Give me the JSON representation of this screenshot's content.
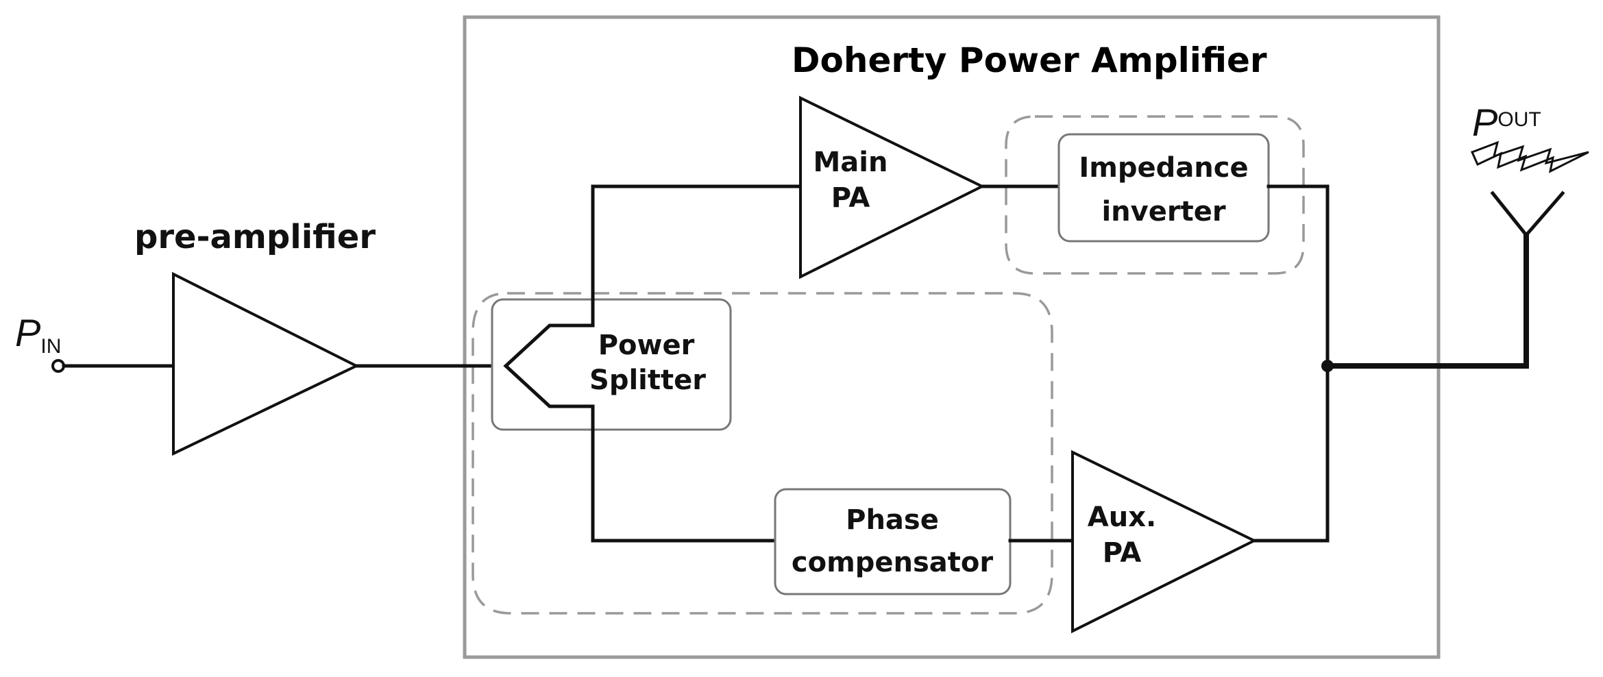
{
  "title": "Doherty Power Amplifier",
  "pre_amplifier_label": "pre-amplifier",
  "input": {
    "symbol": "P",
    "subscript": "IN"
  },
  "output": {
    "symbol": "P",
    "subscript": "OUT"
  },
  "main_pa": {
    "line1": "Main",
    "line2": "PA"
  },
  "aux_pa": {
    "line1": "Aux.",
    "line2": "PA"
  },
  "impedance_inverter": {
    "line1": "Impedance",
    "line2": "inverter"
  },
  "power_splitter": {
    "line1": "Power",
    "line2": "Splitter"
  },
  "phase_compensator": {
    "line1": "Phase",
    "line2": "compensator"
  },
  "icons": [
    "antenna-icon",
    "lightning-icon",
    "input-port-icon",
    "junction-dot-icon"
  ],
  "colors": {
    "line": "#111111",
    "frame": "#9a9a9a",
    "dashed_group": "#999999",
    "block_border": "#777777",
    "background": "#ffffff"
  }
}
